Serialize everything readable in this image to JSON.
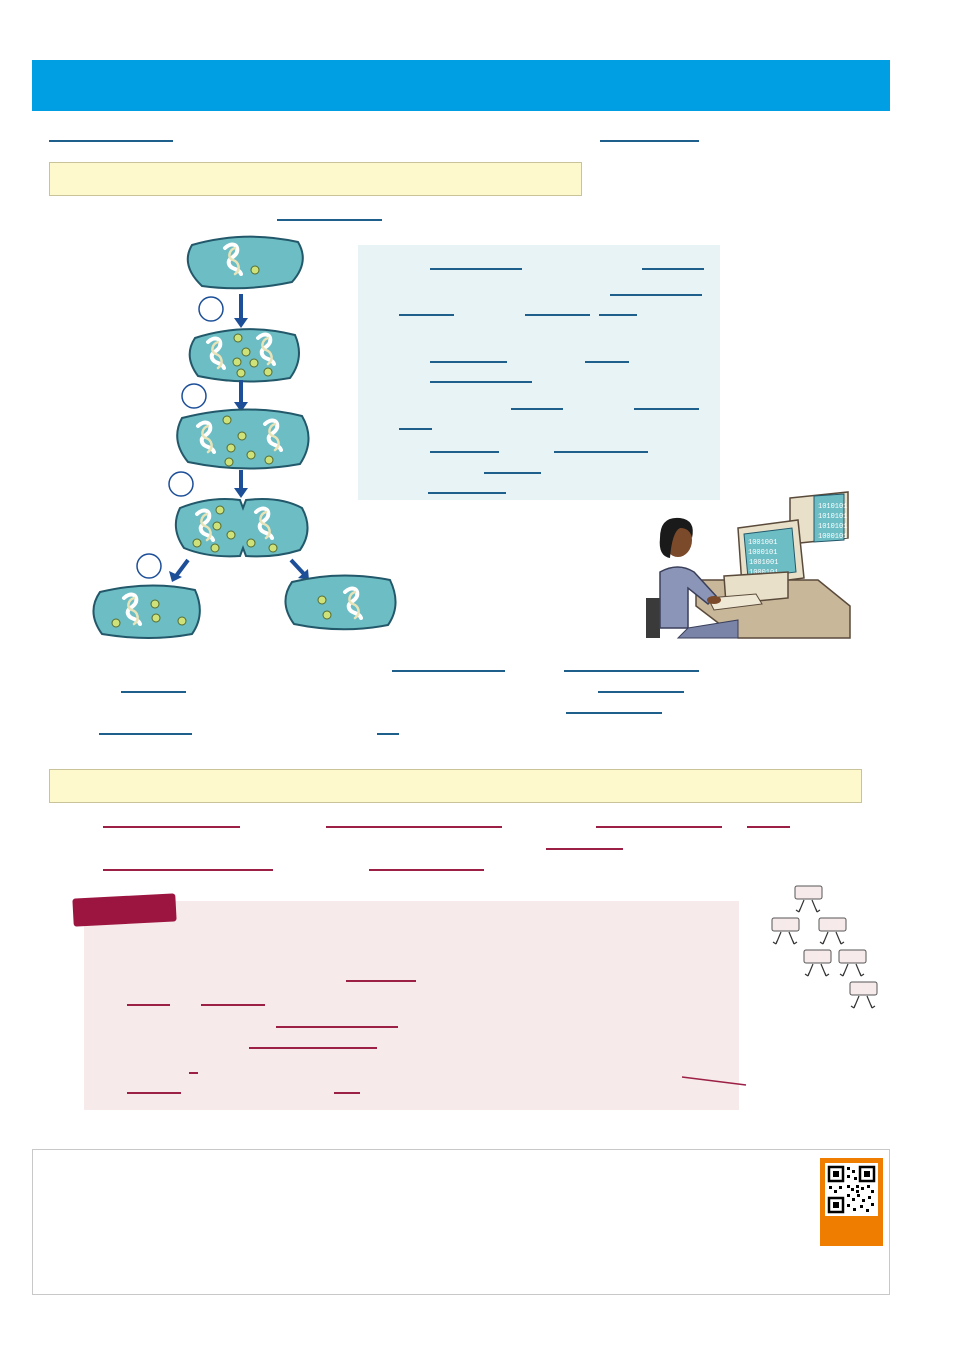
{
  "page": {
    "colors": {
      "banner": "#009fe3",
      "section_box": "#fef9cc",
      "text_panel": "#e7f3f5",
      "note_panel": "#f6eaea",
      "note_tag": "#9c1440",
      "link_blue": "#1f5f8b",
      "link_red": "#9c1f45",
      "cell": "#6dbdc4",
      "qr_frame": "#ef7d00"
    },
    "icons": {
      "chromosome": "chromosome-icon",
      "plasmid": "plasmid-icon",
      "arrow": "arrow-down-icon",
      "step": "step-number-circle",
      "person": "computer-user-illustration",
      "qr": "qr-code-icon",
      "tree": "division-tree-icon"
    },
    "monitor_text": {
      "front": [
        "1001001",
        "1000101",
        "1001001",
        "1000101"
      ],
      "back": [
        "1010101",
        "1010101",
        "1010101",
        "1000101"
      ]
    }
  }
}
